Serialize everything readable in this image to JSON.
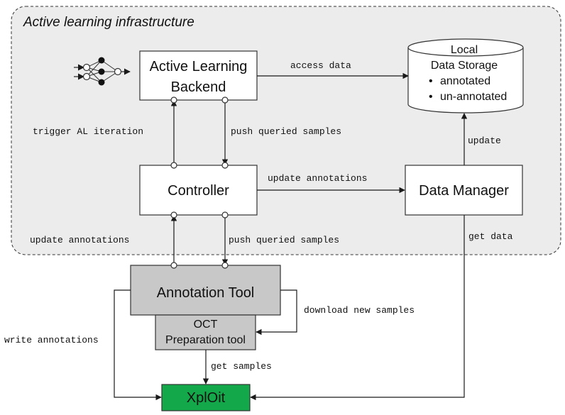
{
  "container": {
    "title": "Active learning infrastructure"
  },
  "nodes": {
    "backend": {
      "line1": "Active Learning",
      "line2": "Backend"
    },
    "storage": {
      "line1": "Local",
      "line2": "Data Storage",
      "item1": "annotated",
      "item2": "un-annotated"
    },
    "controller": {
      "label": "Controller"
    },
    "data_manager": {
      "label": "Data Manager"
    },
    "annotation_tool": {
      "label": "Annotation Tool"
    },
    "oct_tool": {
      "line1": "OCT",
      "line2": "Preparation tool"
    },
    "xploit": {
      "label": "XplOit"
    }
  },
  "edges": {
    "access_data": "access data",
    "trigger_al": "trigger AL iteration",
    "push_queried_top": "push queried samples",
    "update_storage": "update",
    "update_annotations_dm": "update annotations",
    "update_annotations_left": "update annotations",
    "push_queried_bottom": "push queried samples",
    "get_data": "get data",
    "download_new": "download new samples",
    "write_annotations": "write annotations",
    "get_samples": "get samples"
  },
  "colors": {
    "container_fill": "#ececec",
    "tool_fill": "#c8c8c8",
    "xploit_fill": "#13a84a",
    "line": "#1a1a1a"
  }
}
